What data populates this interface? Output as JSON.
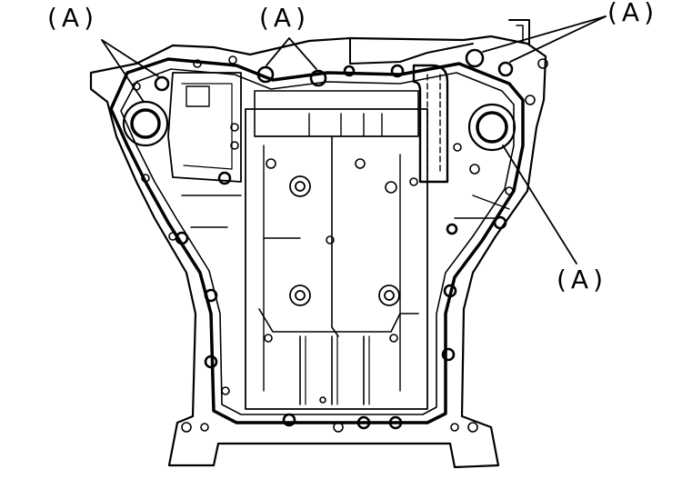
{
  "callouts": [
    {
      "id": "c1",
      "label": "(A)"
    },
    {
      "id": "c2",
      "label": "(A)"
    },
    {
      "id": "c3",
      "label": "(A)"
    },
    {
      "id": "c4",
      "label": "(A)"
    }
  ],
  "colors": {
    "ink": "#000000",
    "paper": "#ffffff"
  },
  "diagram": {
    "subject": "oil-pan-gasket-bolt-diagram"
  }
}
